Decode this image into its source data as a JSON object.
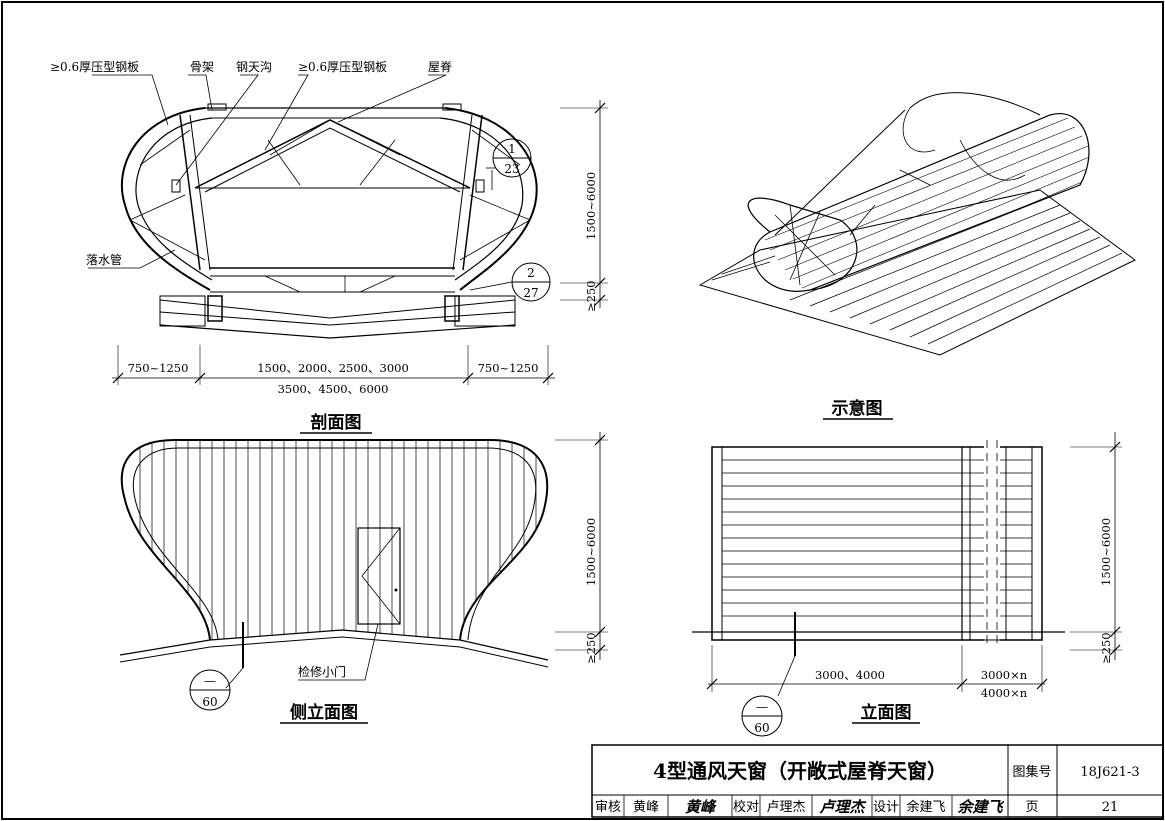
{
  "section_view": {
    "caption": "剖面图",
    "labels": {
      "steel_sheet_left": "≥0.6厚压型钢板",
      "frame": "骨架",
      "gutter": "钢天沟",
      "steel_sheet_right": "≥0.6厚压型钢板",
      "ridge": "屋脊",
      "downpipe": "落水管"
    },
    "detail_1": {
      "top": "1",
      "bottom": "23"
    },
    "detail_2": {
      "top": "2",
      "bottom": "27"
    },
    "dims": {
      "height": "1500~6000",
      "base": "≥250",
      "left": "750~1250",
      "middle_top": "1500、2000、2500、3000",
      "middle_bottom": "3500、4500、6000",
      "right": "750~1250"
    }
  },
  "schematic_view": {
    "caption": "示意图"
  },
  "side_view": {
    "caption": "侧立面图",
    "door_label": "检修小门",
    "detail": {
      "top": "—",
      "bottom": "60"
    },
    "dims": {
      "height": "1500~6000",
      "base": "≥250"
    }
  },
  "front_view": {
    "caption": "立面图",
    "detail": {
      "top": "—",
      "bottom": "60"
    },
    "dims": {
      "height": "1500~6000",
      "base": "≥250",
      "width": "3000、4000",
      "repeat_top": "3000×n",
      "repeat_bottom": "4000×n"
    }
  },
  "title_block": {
    "title": "4型通风天窗（开敞式屋脊天窗）",
    "atlas_label": "图集号",
    "atlas_no": "18J621-3",
    "review_label": "审核",
    "reviewer": "黄峰",
    "reviewer_sig": "黄峰",
    "check_label": "校对",
    "checker": "卢理杰",
    "checker_sig": "卢理杰",
    "design_label": "设计",
    "designer": "余建飞",
    "designer_sig": "余建飞",
    "page_label": "页",
    "page_no": "21"
  }
}
